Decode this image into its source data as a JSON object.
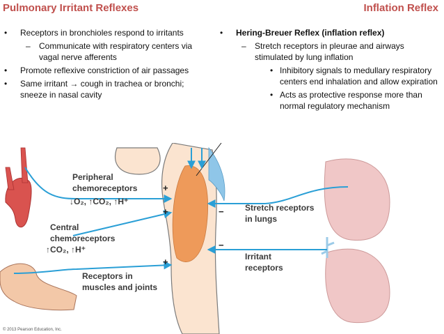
{
  "header": {
    "left_title": "Pulmonary Irritant Reflexes",
    "right_title": "Inflation Reflex"
  },
  "colors": {
    "title": "#c0504d",
    "nerve_blue": "#2a9fd6",
    "brain_orange": "#ee9a5a",
    "lung_pink": "#f0c7c7"
  },
  "left_column": {
    "bullet_1": "Receptors in bronchioles respond to irritants",
    "sub_1": "Communicate with respiratory centers via vagal nerve afferents",
    "bullet_2": "Promote reflexive constriction of air passages",
    "bullet_3_a": "Same irritant",
    "bullet_3_arrow": "→",
    "bullet_3_b": "cough in trachea or bronchi; sneeze in nasal cavity"
  },
  "right_column": {
    "bullet_1": "Hering-Breuer Reflex (inflation reflex)",
    "sub_1": "Stretch receptors in pleurae and airways stimulated by lung inflation",
    "subsub_1": "Inhibitory signals to medullary respiratory centers end inhalation and allow expiration",
    "subsub_2": "Acts as protective response more than normal regulatory mechanism"
  },
  "figure": {
    "peripheral_line1": "Peripheral",
    "peripheral_line2": "chemoreceptors",
    "peripheral_stimuli": "↓O₂, ↑CO₂, ↑H⁺",
    "central_line1": "Central",
    "central_line2": "chemoreceptors",
    "central_stimuli": "↑CO₂, ↑H⁺",
    "muscles_line1": "Receptors in",
    "muscles_line2": "muscles and joints",
    "stretch_line1": "Stretch receptors",
    "stretch_line2": "in lungs",
    "irritant_line1": "Irritant",
    "irritant_line2": "receptors",
    "plus_sign": "+",
    "minus_sign": "−",
    "copyright": "© 2013 Pearson Education, Inc."
  }
}
